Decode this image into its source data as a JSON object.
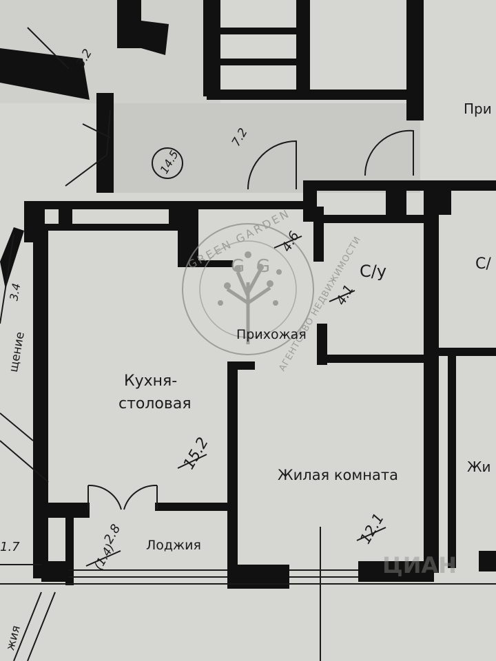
{
  "rooms": {
    "kitchen": {
      "name_line1": "Кухня-",
      "name_line2": "столовая",
      "area": "15.2"
    },
    "hallway": {
      "name": "Прихожая",
      "area": "4.6"
    },
    "bathroom": {
      "name": "С/у",
      "area": "4.1"
    },
    "living": {
      "name": "Жилая комната",
      "area": "12.1"
    },
    "loggia": {
      "name": "Лоджия",
      "area": "2.8",
      "area_reduced": "(1.4)"
    },
    "common_hall": {
      "area": "14.5",
      "corridor_area": "7.2"
    },
    "top_left": {
      "area": "3.2"
    },
    "left_neighbor": {
      "area": "3.4",
      "label": "щение",
      "area_low": "1.7",
      "label_low": "жия"
    },
    "right_neighbor": {
      "label_top": "При",
      "label_bath": "С/",
      "label_room": "Жи"
    }
  },
  "watermark": {
    "letters": "G",
    "ring_top": "GREEN GARDEN",
    "ring_bottom": "АГЕНТСТВО НЕДВИЖИМОСТИ",
    "corner": "ЦИАН"
  },
  "colors": {
    "paper": "#d9d9d6",
    "walls": "#111111",
    "text": "#1b1b1b",
    "watermark": "#8a8a86"
  }
}
